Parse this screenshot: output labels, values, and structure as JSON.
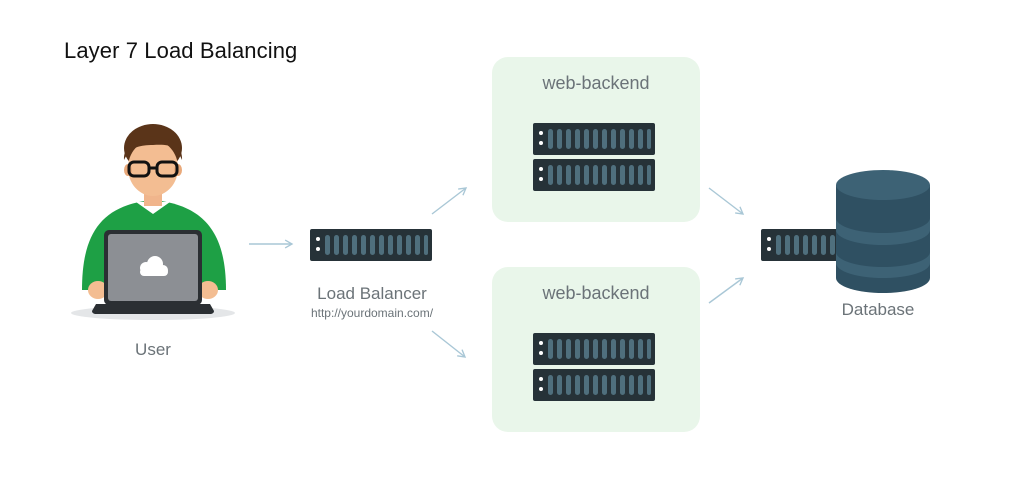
{
  "diagram": {
    "title": "Layer 7 Load Balancing",
    "user": {
      "label": "User"
    },
    "load_balancer": {
      "label": "Load Balancer",
      "url": "http://yourdomain.com/"
    },
    "backends": [
      {
        "label": "web-backend"
      },
      {
        "label": "web-backend"
      }
    ],
    "database": {
      "label": "Database"
    }
  },
  "colors": {
    "panel_bg": "#e9f6ea",
    "server_dark": "#263238",
    "server_slot": "#4f6f7d",
    "db_top": "#3d6275",
    "db_body": "#2f5062",
    "arrow": "#a9c7d6",
    "shirt": "#1ea045",
    "laptop": "#8c8f94"
  },
  "icons": [
    "user-avatar-icon",
    "cloud-icon",
    "server-rack-icon",
    "database-cylinder-icon",
    "arrow-icon"
  ]
}
